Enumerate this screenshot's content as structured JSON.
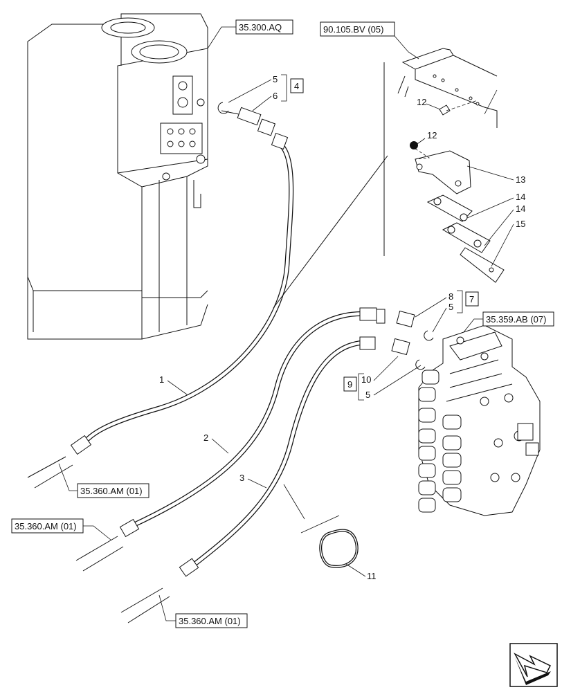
{
  "references": {
    "tank": "35.300.AQ",
    "bracket": "90.105.BV (05)",
    "valve": "35.359.AB (07)",
    "line_a": "35.360.AM (01)",
    "line_b": "35.360.AM (01)",
    "line_c": "35.360.AM (01)"
  },
  "callouts": {
    "c1": "1",
    "c2": "2",
    "c3": "3",
    "c4": "4",
    "c5a": "5",
    "c6": "6",
    "c7": "7",
    "c8": "8",
    "c5b": "5",
    "c9": "9",
    "c10": "10",
    "c5c": "5",
    "c11": "11",
    "c12a": "12",
    "c12b": "12",
    "c13": "13",
    "c14a": "14",
    "c14b": "14",
    "c15": "15"
  },
  "icons": {
    "nav": "arrow-next-icon"
  }
}
